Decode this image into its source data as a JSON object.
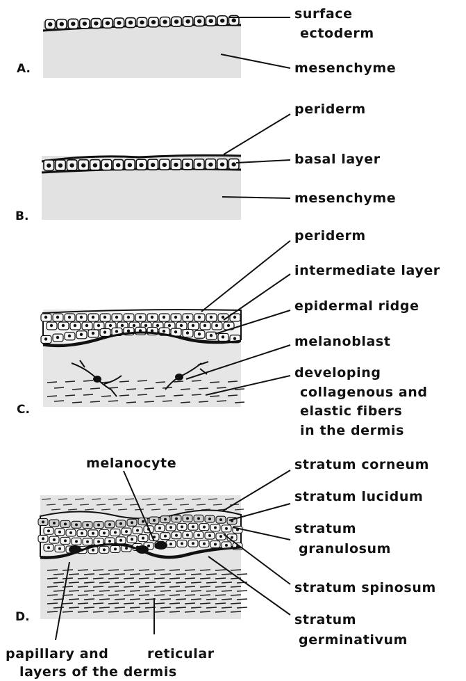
{
  "colors": {
    "ink": "#111111",
    "tissue_light": "#e4e4e4",
    "tissue_mid": "#d2d2d2",
    "cell_fill": "#f4f4f4",
    "nucleus": "#1a1a1a"
  },
  "panels": [
    {
      "letter": "A.",
      "labels": [
        {
          "key": "a1",
          "text": "surface"
        },
        {
          "key": "a2",
          "text": "ectoderm"
        },
        {
          "key": "a3",
          "text": "mesenchyme"
        }
      ]
    },
    {
      "letter": "B.",
      "labels": [
        {
          "key": "b1",
          "text": "periderm"
        },
        {
          "key": "b2",
          "text": "basal layer"
        },
        {
          "key": "b3",
          "text": "mesenchyme"
        }
      ]
    },
    {
      "letter": "C.",
      "labels": [
        {
          "key": "c1",
          "text": "periderm"
        },
        {
          "key": "c2",
          "text": "intermediate layer"
        },
        {
          "key": "c3",
          "text": "epidermal ridge"
        },
        {
          "key": "c4",
          "text": "melanoblast"
        },
        {
          "key": "c5",
          "text": "developing"
        },
        {
          "key": "c6",
          "text": "collagenous and"
        },
        {
          "key": "c7",
          "text": "elastic fibers"
        },
        {
          "key": "c8",
          "text": "in the dermis"
        }
      ]
    },
    {
      "letter": "D.",
      "labels": [
        {
          "key": "d1",
          "text": "melanocyte"
        },
        {
          "key": "d2",
          "text": "stratum corneum"
        },
        {
          "key": "d3",
          "text": "stratum lucidum"
        },
        {
          "key": "d4",
          "text": "stratum"
        },
        {
          "key": "d5",
          "text": "granulosum"
        },
        {
          "key": "d6",
          "text": "stratum spinosum"
        },
        {
          "key": "d7",
          "text": "stratum"
        },
        {
          "key": "d8",
          "text": "germinativum"
        },
        {
          "key": "d9",
          "text": "papillary and"
        },
        {
          "key": "d10",
          "text": "reticular"
        },
        {
          "key": "d11",
          "text": "layers of the dermis"
        }
      ]
    }
  ]
}
